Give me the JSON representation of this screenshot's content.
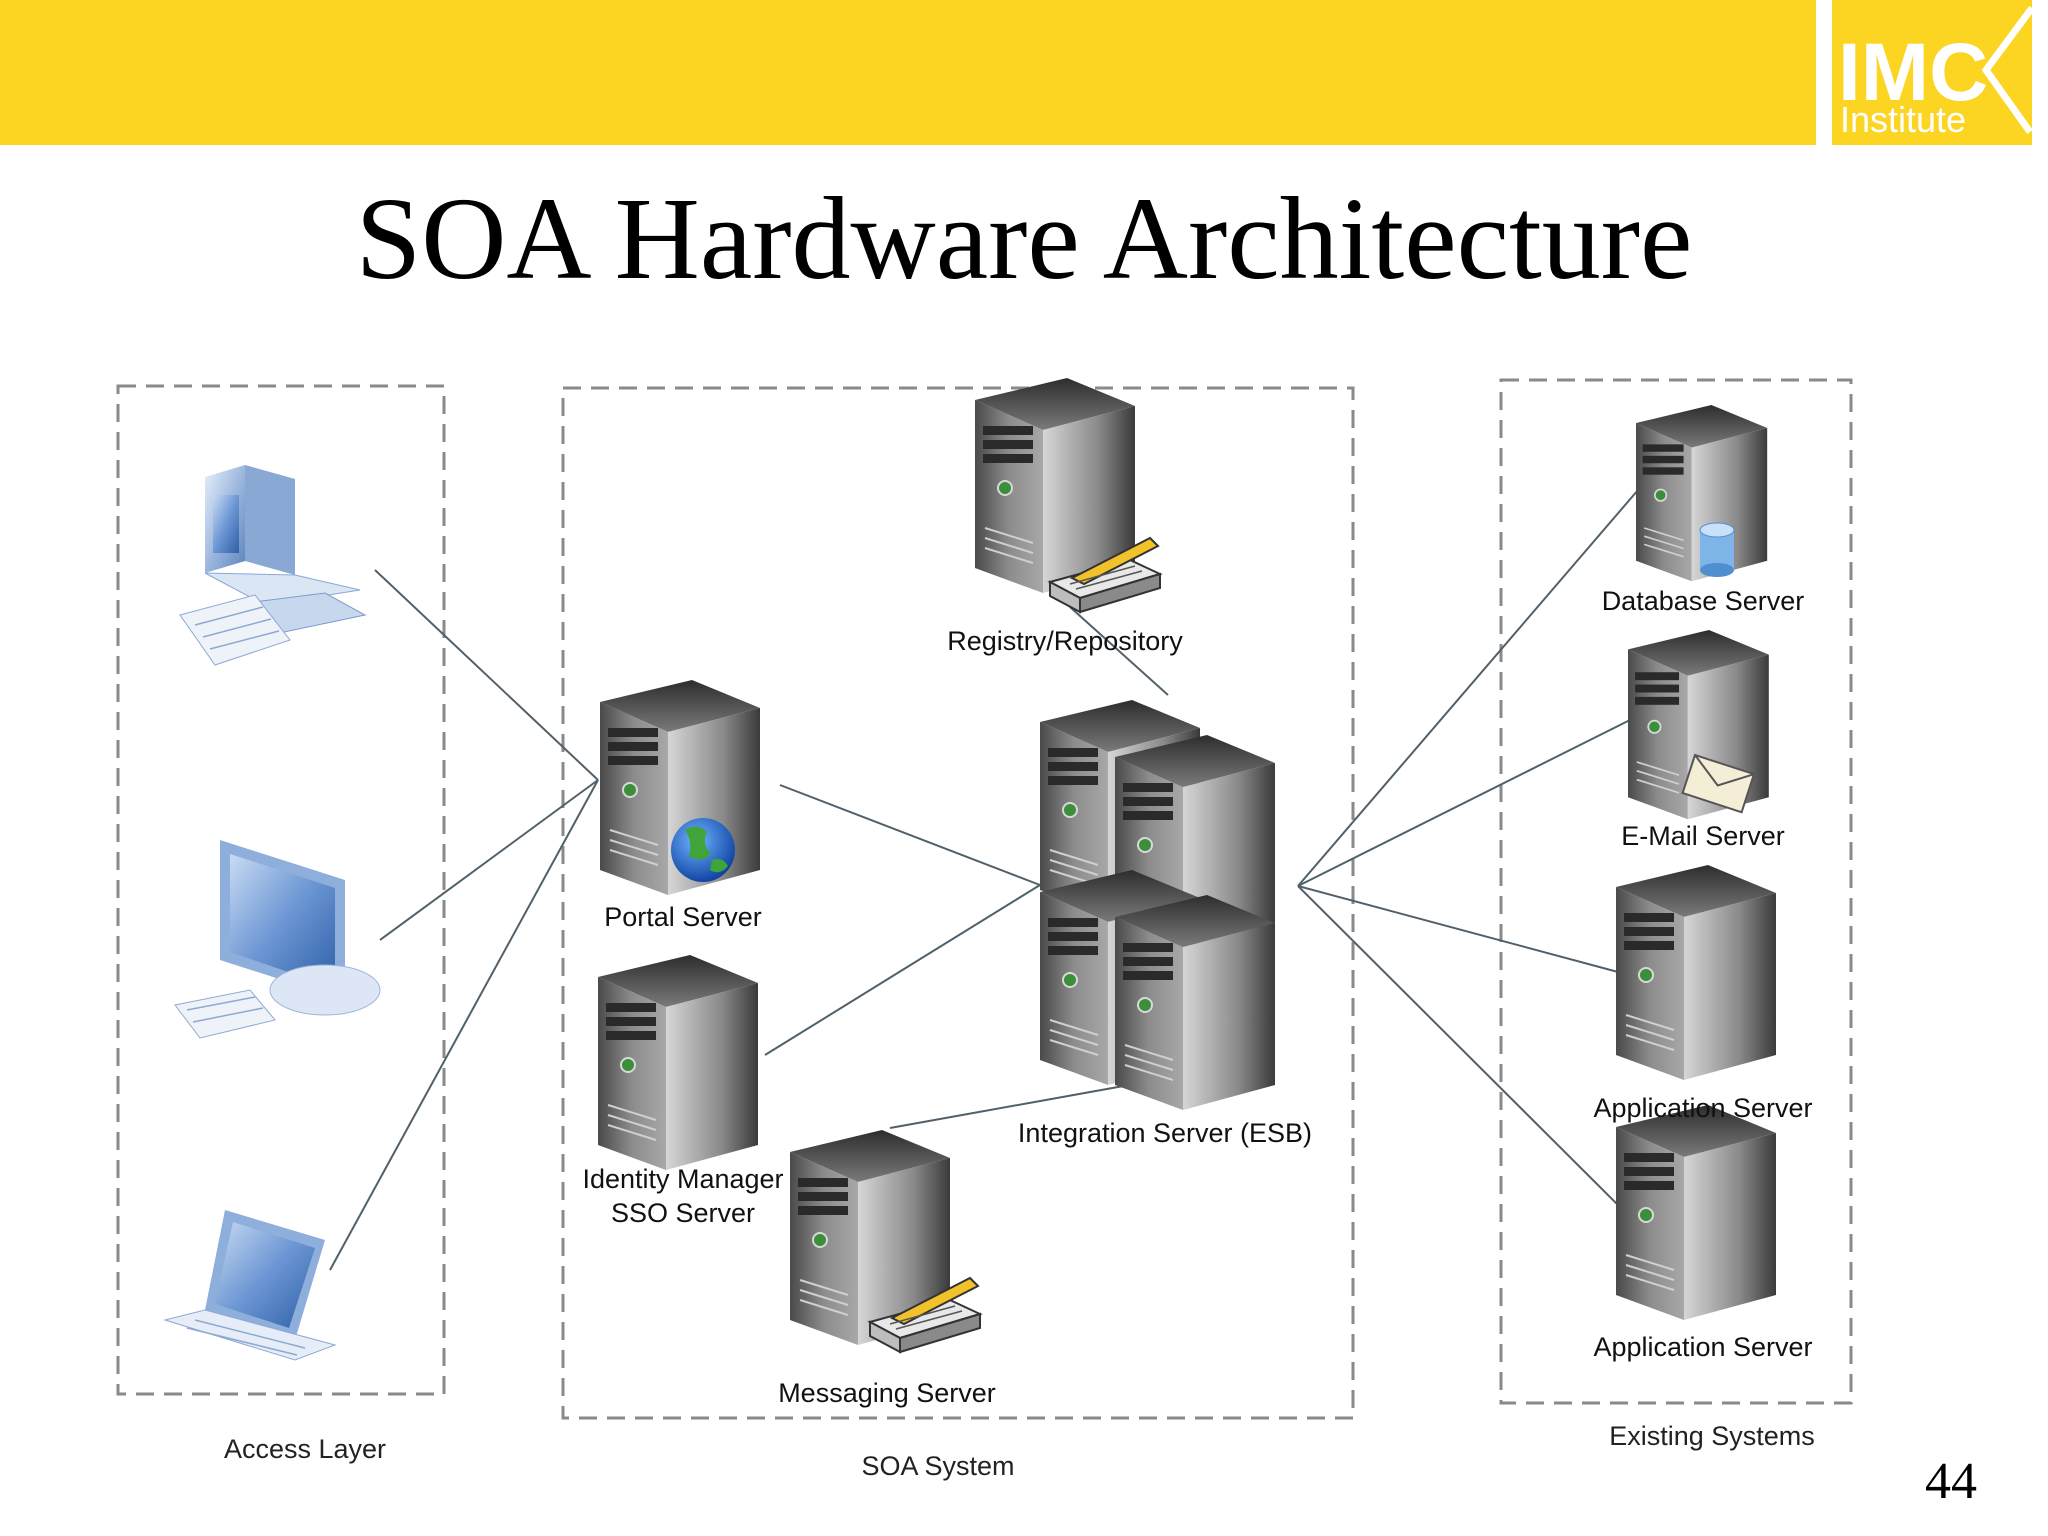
{
  "slide": {
    "title": "SOA Hardware Architecture",
    "page_number": "44",
    "brand_color": "#fcd522"
  },
  "logo": {
    "line1": "IMC",
    "line2": "Institute"
  },
  "zones": {
    "access": "Access Layer",
    "soa": "SOA System",
    "existing": "Existing Systems"
  },
  "nodes": {
    "registry": "Registry/Repository",
    "portal": "Portal Server",
    "integration": "Integration Server (ESB)",
    "identity_line1": "Identity Manager",
    "identity_line2": "SSO Server",
    "messaging": "Messaging Server",
    "database": "Database Server",
    "email": "E-Mail Server",
    "app1": "Application Server",
    "app2": "Application Server"
  },
  "icons": {
    "desktop": "desktop-computer-icon",
    "monitor": "flat-monitor-icon",
    "laptop": "laptop-icon",
    "server": "server-tower-icon",
    "globe": "globe-icon",
    "router": "network-device-icon",
    "database": "database-cylinder-icon",
    "envelope": "envelope-icon"
  }
}
